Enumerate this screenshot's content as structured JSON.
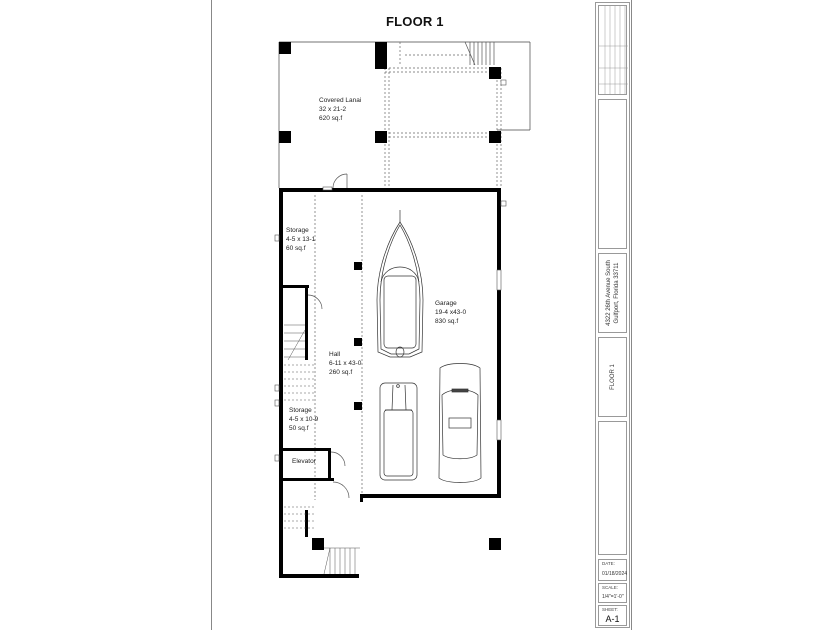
{
  "drawing": {
    "title": "FLOOR 1",
    "rooms": [
      {
        "name": "Covered Lanai",
        "dims": "32 x 21-2",
        "area": "620 sq.f"
      },
      {
        "name": "Storage",
        "dims": "4-5 x 13-1",
        "area": "60 sq.f"
      },
      {
        "name": "Hall",
        "dims": "6-11 x 43-0",
        "area": "260 sq.f"
      },
      {
        "name": "Garage",
        "dims": "19-4 x43-0",
        "area": "830 sq.f"
      },
      {
        "name": "Storage",
        "dims": "4-5 x 10-9",
        "area": "50 sq.f"
      },
      {
        "name": "Elevator",
        "dims": "",
        "area": ""
      }
    ],
    "vehicles": [
      "boat",
      "suv",
      "sedan"
    ]
  },
  "title_block": {
    "address_line1": "4322 26th Avenue South",
    "address_line2": "Gulfport, Florida 33711",
    "sheet_name": "FLOOR 1",
    "date_label": "DATE:",
    "date_value": "01/18/2024",
    "scale_label": "SCALE:",
    "scale_value": "1/4\"=1'-0\"",
    "sheet_label": "SHEET:",
    "sheet_number": "A-1"
  }
}
